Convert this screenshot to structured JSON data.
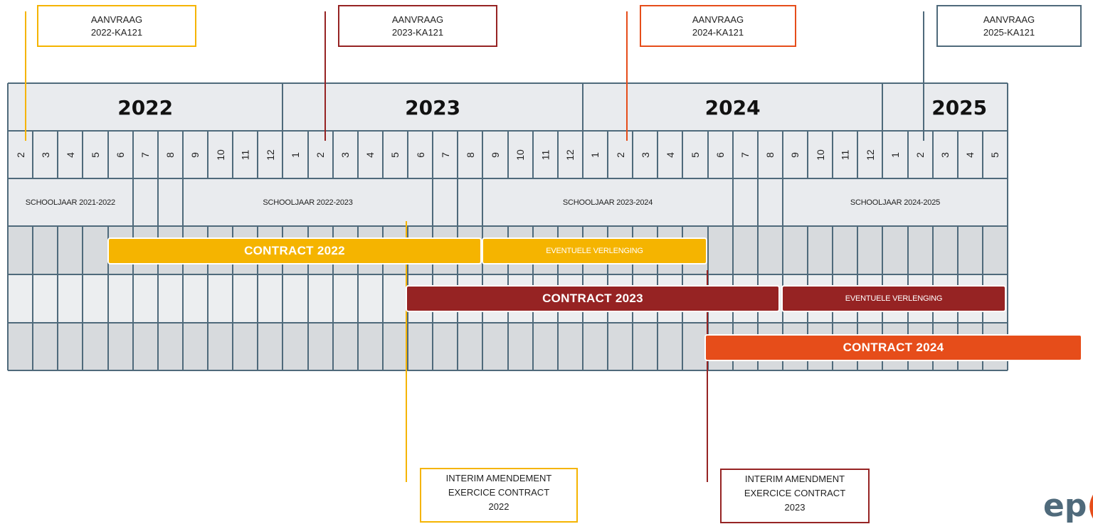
{
  "years": [
    "2022",
    "2023",
    "2024",
    "2025"
  ],
  "months": [
    "2",
    "3",
    "4",
    "5",
    "6",
    "7",
    "8",
    "9",
    "10",
    "11",
    "12",
    "1",
    "2",
    "3",
    "4",
    "5",
    "6",
    "7",
    "8",
    "9",
    "10",
    "11",
    "12",
    "1",
    "2",
    "3",
    "4",
    "5",
    "6",
    "7",
    "8",
    "9",
    "10",
    "11",
    "12",
    "1",
    "2",
    "3",
    "4",
    "5"
  ],
  "school_years": [
    "SCHOOLJAAR 2021-2022",
    "SCHOOLJAAR 2022-2023",
    "SCHOOLJAAR 2023-2024",
    "SCHOOLJAAR 2024-2025"
  ],
  "applications": [
    {
      "line1": "AANVRAAG",
      "line2": "2022-KA121",
      "color": "#f5b400"
    },
    {
      "line1": "AANVRAAG",
      "line2": "2023-KA121",
      "color": "#962323"
    },
    {
      "line1": "AANVRAAG",
      "line2": "2024-KA121",
      "color": "#e64d1a"
    },
    {
      "line1": "AANVRAAG",
      "line2": "2025-KA121",
      "color": "#4f6a7b"
    }
  ],
  "contracts": [
    {
      "label": "CONTRACT 2022",
      "extension": "EVENTUELE VERLENGING",
      "color": "#f5b400"
    },
    {
      "label": "CONTRACT 2023",
      "extension": "EVENTUELE VERLENGING",
      "color": "#962323"
    },
    {
      "label": "CONTRACT 2024",
      "color": "#e64d1a"
    }
  ],
  "interim": [
    {
      "line1": "INTERIM AMENDEMENT",
      "line2": "EXERCICE CONTRACT",
      "line3": "2022",
      "color": "#f5b400"
    },
    {
      "line1": "INTERIM AMENDMENT",
      "line2": "EXERCICE CONTRACT",
      "line3": "2023",
      "color": "#962323"
    }
  ],
  "logo": {
    "text_a": "ep",
    "text_b": "("
  },
  "colors": {
    "grid": "#4f6a7b",
    "header_bg": "#e9ebee",
    "row_bg_dark": "#d7dadd",
    "row_bg_light": "#eceef0"
  }
}
